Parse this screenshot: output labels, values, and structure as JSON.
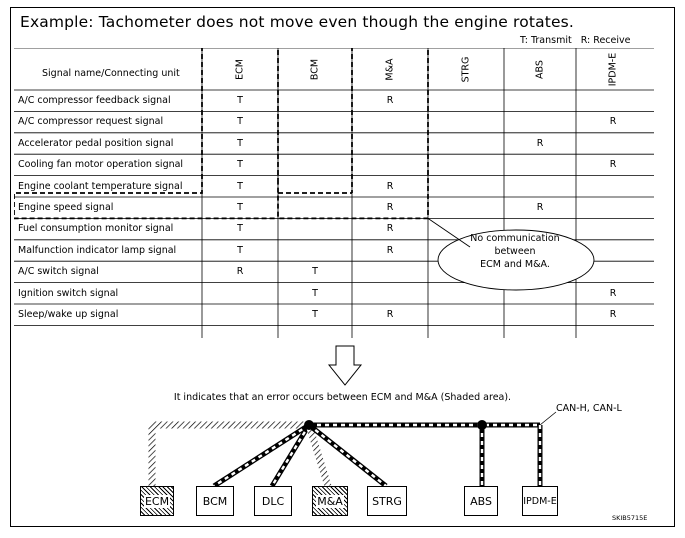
{
  "title": "Example: Tachometer does not move even though the engine rotates.",
  "legend": {
    "transmit": "T: Transmit",
    "receive": "R: Receive"
  },
  "table": {
    "header_label": "Signal name/Connecting unit",
    "units": [
      "ECM",
      "BCM",
      "M&A",
      "STRG",
      "ABS",
      "IPDM-E"
    ],
    "rows": [
      {
        "signal": "A/C compressor feedback signal",
        "cells": [
          "T",
          "",
          "R",
          "",
          "",
          ""
        ]
      },
      {
        "signal": "A/C compressor request signal",
        "cells": [
          "T",
          "",
          "",
          "",
          "",
          "R"
        ]
      },
      {
        "signal": "Accelerator pedal position signal",
        "cells": [
          "T",
          "",
          "",
          "",
          "R",
          ""
        ]
      },
      {
        "signal": "Cooling fan motor operation signal",
        "cells": [
          "T",
          "",
          "",
          "",
          "",
          "R"
        ]
      },
      {
        "signal": "Engine coolant temperature signal",
        "cells": [
          "T",
          "",
          "R",
          "",
          "",
          ""
        ]
      },
      {
        "signal": "Engine speed signal",
        "cells": [
          "T",
          "",
          "R",
          "",
          "R",
          ""
        ]
      },
      {
        "signal": "Fuel consumption monitor signal",
        "cells": [
          "T",
          "",
          "R",
          "",
          "",
          ""
        ]
      },
      {
        "signal": "Malfunction indicator lamp signal",
        "cells": [
          "T",
          "",
          "R",
          "",
          "",
          ""
        ]
      },
      {
        "signal": "A/C switch signal",
        "cells": [
          "R",
          "T",
          "",
          "",
          "",
          ""
        ]
      },
      {
        "signal": "Ignition switch signal",
        "cells": [
          "",
          "T",
          "",
          "",
          "",
          "R"
        ]
      },
      {
        "signal": "Sleep/wake up signal",
        "cells": [
          "",
          "T",
          "R",
          "",
          "",
          "R"
        ]
      }
    ]
  },
  "callout": {
    "line1": "No communication",
    "line2": "between",
    "line3": "ECM and M&A."
  },
  "caption": "It indicates that an error occurs between ECM and M&A (Shaded area).",
  "bus_label": "CAN-H, CAN-L",
  "nodes": [
    {
      "label": "ECM",
      "shaded": true
    },
    {
      "label": "BCM",
      "shaded": false
    },
    {
      "label": "DLC",
      "shaded": false
    },
    {
      "label": "M&A",
      "shaded": true
    },
    {
      "label": "STRG",
      "shaded": false
    },
    {
      "label": "ABS",
      "shaded": false
    },
    {
      "label": "IPDM-E",
      "shaded": false
    }
  ],
  "figure_code": "SKIB5715E"
}
